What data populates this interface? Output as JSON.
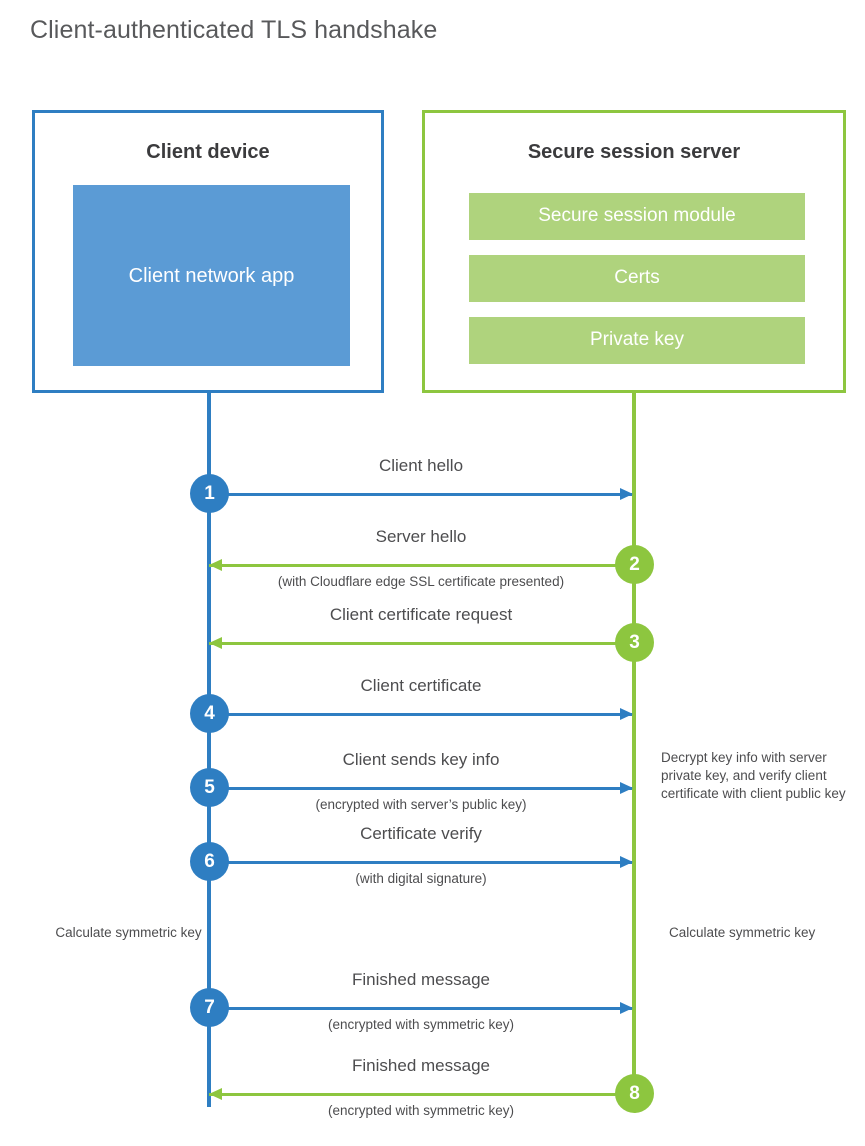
{
  "diagram": {
    "title": "Client-authenticated TLS handshake",
    "type": "sequence-diagram",
    "colors": {
      "client_blue": "#2E7EC2",
      "client_app_fill": "#5B9BD5",
      "server_green": "#8DC63F",
      "server_bar_fill": "#AFD37D",
      "text_gray": "#4d4d4f",
      "title_gray": "#58595b"
    },
    "actors": {
      "client": {
        "title": "Client device",
        "blocks": [
          "Client network app"
        ]
      },
      "server": {
        "title": "Secure session server",
        "blocks": [
          "Secure session module",
          "Certs",
          "Private key"
        ]
      }
    },
    "steps": [
      {
        "number": "1",
        "label": "Client hello",
        "sub": "",
        "direction": "client-to-server",
        "color": "blue"
      },
      {
        "number": "2",
        "label": "Server hello",
        "sub": "(with Cloudflare edge SSL certificate presented)",
        "direction": "server-to-client",
        "color": "green"
      },
      {
        "number": "3",
        "label": "Client certificate request",
        "sub": "",
        "direction": "server-to-client",
        "color": "green"
      },
      {
        "number": "4",
        "label": "Client certificate",
        "sub": "",
        "direction": "client-to-server",
        "color": "blue"
      },
      {
        "number": "5",
        "label": "Client sends key info",
        "sub": "(encrypted with server’s public key)",
        "direction": "client-to-server",
        "color": "blue"
      },
      {
        "number": "6",
        "label": "Certificate verify",
        "sub": "(with digital signature)",
        "direction": "client-to-server",
        "color": "blue"
      },
      {
        "number": "7",
        "label": "Finished message",
        "sub": "(encrypted with symmetric key)",
        "direction": "client-to-server",
        "color": "blue"
      },
      {
        "number": "8",
        "label": "Finished message",
        "sub": "(encrypted with symmetric key)",
        "direction": "server-to-client",
        "color": "green"
      }
    ],
    "notes": {
      "decrypt": "Decrypt key info with server private key, and verify client certificate with client public key",
      "calculate_client": "Calculate symmetric key",
      "calculate_server": "Calculate symmetric key"
    }
  }
}
